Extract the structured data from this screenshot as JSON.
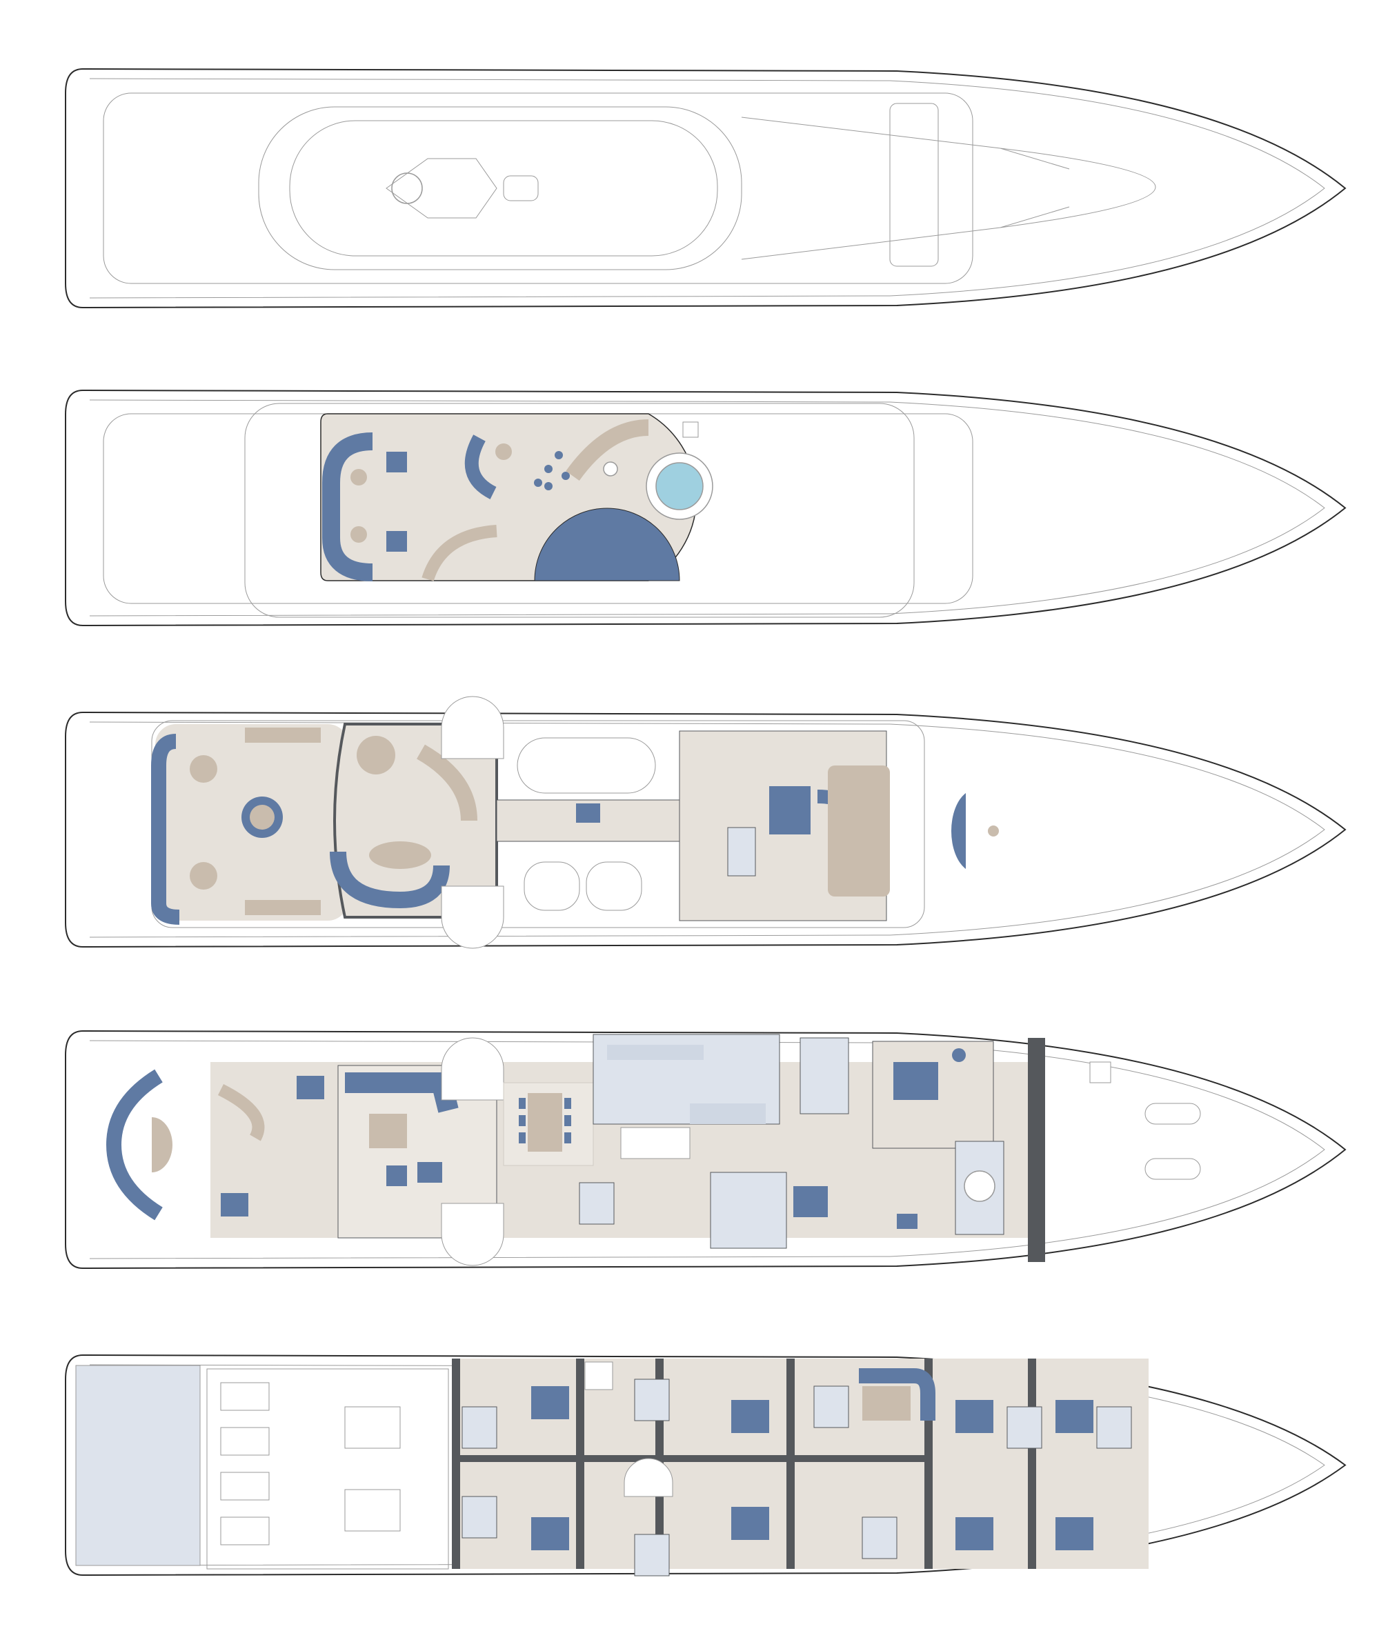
{
  "colors": {
    "background": "#ffffff",
    "hull_line": "#2b2b2b",
    "detail_line": "#9a9a9a",
    "floor": "#e6e1da",
    "furniture_beige": "#c9bcad",
    "upholstery_blue": "#5f7aa3",
    "wet_area": "#dde3ec",
    "wall": "#55585c",
    "pool_water": "#9fd0e0"
  },
  "decks": [
    {
      "id": "deck-1"
    },
    {
      "id": "deck-2"
    },
    {
      "id": "deck-3"
    },
    {
      "id": "deck-4"
    },
    {
      "id": "deck-5"
    }
  ]
}
